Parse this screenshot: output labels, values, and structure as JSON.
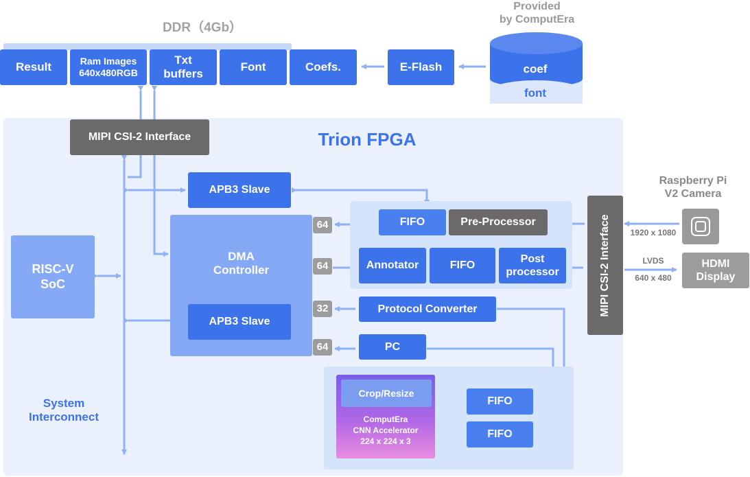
{
  "ddr": {
    "title": "DDR（4Gb）",
    "cells": [
      "Result",
      "Ram Images\n640x480RGB",
      "Txt\nbuffers",
      "Font",
      "Coefs."
    ]
  },
  "eflash": "E-Flash",
  "provided": {
    "label": "Provided\nby ComputEra",
    "coef": "coef",
    "font": "font"
  },
  "fpga": {
    "title": "Trion FPGA",
    "mipi_top": "MIPI CSI-2 Interface",
    "mipi_right": "MIPI CSI-2 Interface",
    "apb_top": "APB3 Slave",
    "apb_bottom": "APB3 Slave",
    "dma": "DMA\nController",
    "riscv": "RISC-V\nSoC",
    "system_interconnect": "System\nInterconnect",
    "fifo_top": "FIFO",
    "preprocessor": "Pre-Processor",
    "annotator": "Annotator",
    "fifo_mid": "FIFO",
    "post_processor": "Post\nprocessor",
    "protocol_converter": "Protocol Converter",
    "pc": "PC",
    "crop_resize": "Crop/Resize",
    "cnn": "ComputEra\nCNN Accelerator\n224 x 224 x 3",
    "fifo_cnn1": "FIFO",
    "fifo_cnn2": "FIFO",
    "bus_widths": [
      "64",
      "64",
      "32",
      "64"
    ]
  },
  "camera": {
    "label": "Raspberry Pi\nV2 Camera",
    "resolution": "1920 x 1080"
  },
  "display": {
    "label": "HDMI\nDisplay",
    "link": "LVDS",
    "resolution": "640 x 480"
  },
  "colors": {
    "primary": "#3d73ea",
    "light": "#86a9f5",
    "wire": "#8fb0f2",
    "gray": "#6a6a6a",
    "title": "#3d73ea"
  }
}
